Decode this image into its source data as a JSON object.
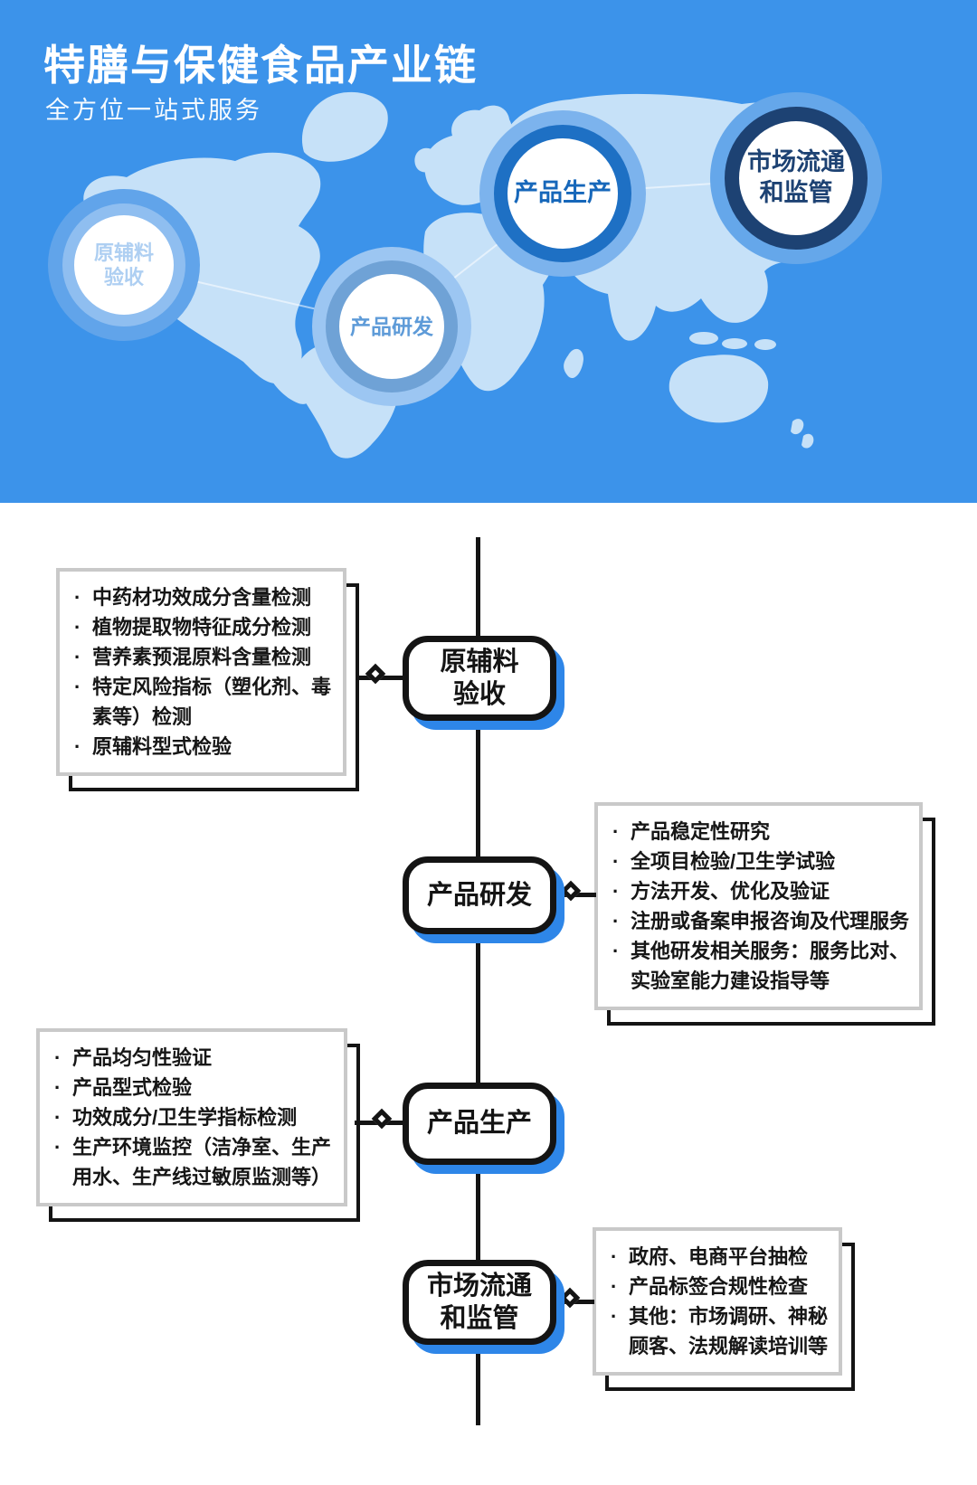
{
  "theme": {
    "header_bg": "#3C93EA",
    "map_fill": "#C6E1F8",
    "map_link": "rgba(255,255,255,0.55)",
    "ink": "#141414",
    "panel_border": "#C9C9C9",
    "node_shadow": "#2E86E8",
    "c1_ring": "#8FBEF0",
    "c1_halo": "#61A4EA",
    "c1_text": "#AECFF2",
    "c2_ring": "#6FA2D6",
    "c2_halo": "#9CC6F2",
    "c2_text": "#5E9BD8",
    "c3_ring": "#1E70C4",
    "c3_halo": "#7CB3ED",
    "c3_text": "#1667BA",
    "c4_ring": "#1D4273",
    "c4_halo": "#65A7EA",
    "c4_text": "#1D4273"
  },
  "header": {
    "title": "特膳与保健食品产业链",
    "subtitle": "全方位一站式服务",
    "circles": [
      {
        "label": "原辅料\n验收"
      },
      {
        "label": "产品研发"
      },
      {
        "label": "产品生产"
      },
      {
        "label": "市场流通\n和监管"
      }
    ]
  },
  "flow": {
    "bullet": "·",
    "stages": [
      {
        "node": "原辅料\n验收",
        "side": "left",
        "items": [
          "中药材功效成分含量检测",
          "植物提取物特征成分检测",
          "营养素预混原料含量检测",
          "特定风险指标（塑化剂、毒素等）检测",
          "原辅料型式检验"
        ]
      },
      {
        "node": "产品研发",
        "side": "right",
        "items": [
          "产品稳定性研究",
          "全项目检验/卫生学试验",
          "方法开发、优化及验证",
          "注册或备案申报咨询及代理服务",
          "其他研发相关服务：服务比对、实验室能力建设指导等"
        ]
      },
      {
        "node": "产品生产",
        "side": "left",
        "items": [
          "产品均匀性验证",
          "产品型式检验",
          "功效成分/卫生学指标检测",
          "生产环境监控（洁净室、生产用水、生产线过敏原监测等）"
        ]
      },
      {
        "node": "市场流通\n和监管",
        "side": "right",
        "items": [
          "政府、电商平台抽检",
          "产品标签合规性检查",
          "其他：市场调研、神秘顾客、法规解读培训等"
        ]
      }
    ]
  }
}
